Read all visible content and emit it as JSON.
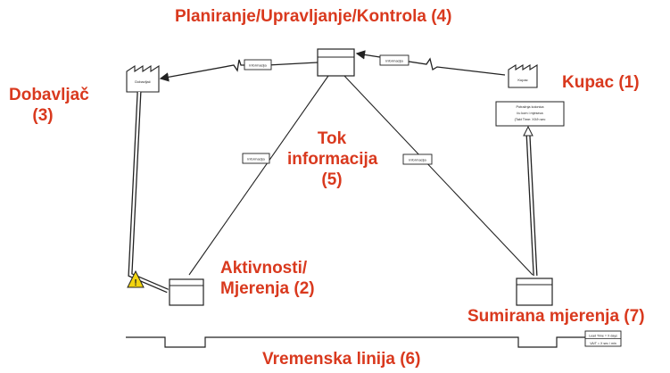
{
  "labels": {
    "planning": "Planiranje/Upravljanje/Kontrola (4)",
    "supplier_line1": "Dobavljač",
    "supplier_line2": "(3)",
    "customer": "Kupac (1)",
    "flow_line1": "Tok",
    "flow_line2": "informacija",
    "flow_line3": "(5)",
    "activities_line1": "Aktivnosti/",
    "activities_line2": "Mjerenja (2)",
    "summary": "Sumirana mjerenja (7)",
    "timeline": "Vremenska linija (6)"
  },
  "small_text": {
    "supplier_box": "Dobavljač",
    "customer_box": "Kupac",
    "info_tag": "informacija",
    "customer_req_line1": "Potražnja kolonica",
    "customer_req_line2": "i/u  kom i mjeseca",
    "customer_req_line3": "(Takt Time: XX/h  sec",
    "timeline_box_line1": "Lead Time = X days",
    "timeline_box_line2": "VA/T = X sec / min"
  },
  "colors": {
    "label_red": "#d9391e",
    "line": "#222222",
    "warning_yellow": "#f2d40f"
  }
}
